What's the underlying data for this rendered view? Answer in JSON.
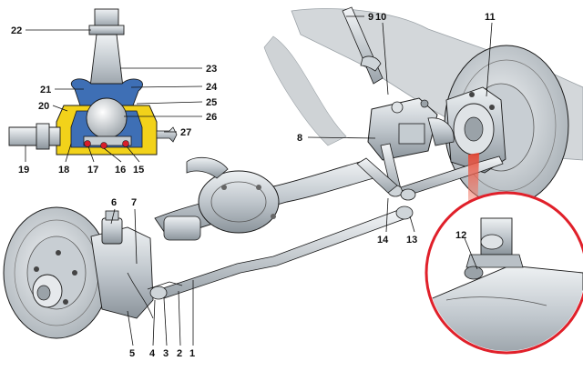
{
  "colors": {
    "background": "#ffffff",
    "panel": "#d2d6d9",
    "metal_light": "#e4e8eb",
    "metal_mid": "#b7bec4",
    "metal_dark": "#7f8890",
    "outline": "#1a1a1a",
    "housing_yellow": "#f2d21a",
    "boot_blue": "#3e6fb5",
    "seal_red": "#d81e2a",
    "callout_red": "#e0202a",
    "highlight_ray": "#f0503a"
  },
  "callouts": [
    {
      "id": "1",
      "label": "1"
    },
    {
      "id": "2",
      "label": "2"
    },
    {
      "id": "3",
      "label": "3"
    },
    {
      "id": "4",
      "label": "4"
    },
    {
      "id": "5",
      "label": "5"
    },
    {
      "id": "6",
      "label": "6"
    },
    {
      "id": "7",
      "label": "7"
    },
    {
      "id": "8",
      "label": "8"
    },
    {
      "id": "9",
      "label": "9"
    },
    {
      "id": "10",
      "label": "10"
    },
    {
      "id": "11",
      "label": "11"
    },
    {
      "id": "12",
      "label": "12"
    },
    {
      "id": "13",
      "label": "13"
    },
    {
      "id": "14",
      "label": "14"
    },
    {
      "id": "15",
      "label": "15"
    },
    {
      "id": "16",
      "label": "16"
    },
    {
      "id": "17",
      "label": "17"
    },
    {
      "id": "18",
      "label": "18"
    },
    {
      "id": "19",
      "label": "19"
    },
    {
      "id": "20",
      "label": "20"
    },
    {
      "id": "21",
      "label": "21"
    },
    {
      "id": "22",
      "label": "22"
    },
    {
      "id": "23",
      "label": "23"
    },
    {
      "id": "24",
      "label": "24"
    },
    {
      "id": "25",
      "label": "25"
    },
    {
      "id": "26",
      "label": "26"
    },
    {
      "id": "27",
      "label": "27"
    }
  ]
}
